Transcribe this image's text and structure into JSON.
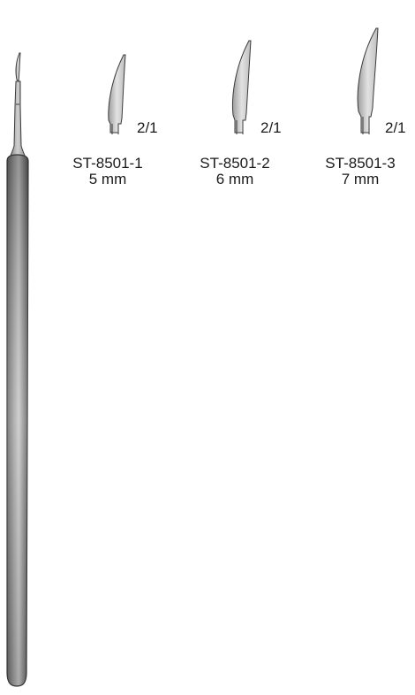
{
  "figure": {
    "scale_label": "2/1",
    "variants": [
      {
        "code": "ST-8501-1",
        "size": "5 mm"
      },
      {
        "code": "ST-8501-2",
        "size": "6 mm"
      },
      {
        "code": "ST-8501-3",
        "size": "7 mm"
      }
    ]
  },
  "colors": {
    "steel_dark": "#5e5e5e",
    "steel_mid": "#9a9a9a",
    "steel_light": "#d6d6d6",
    "outline": "#3a3a3a",
    "text": "#1a1a1a"
  }
}
